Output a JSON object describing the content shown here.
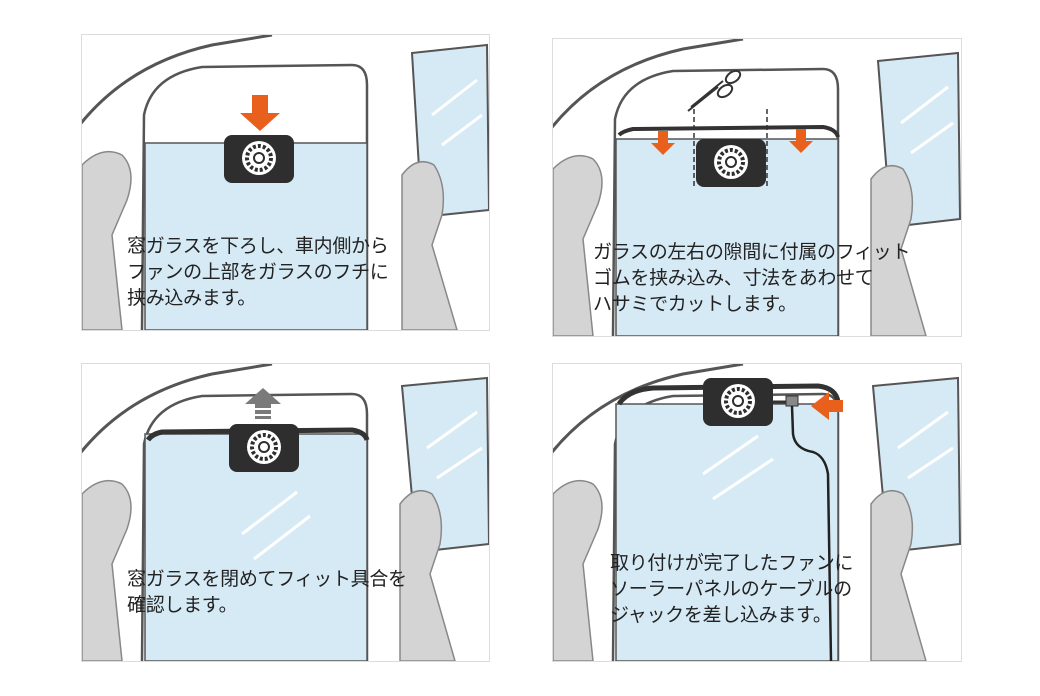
{
  "steps": [
    {
      "caption": "窓ガラスを下ろし、車内側から\nファンの上部をガラスのフチに\n挟み込みます。"
    },
    {
      "caption": "ガラスの左右の隙間に付属のフィット\nゴムを挟み込み、寸法をあわせて\nハサミでカットします。"
    },
    {
      "caption": "窓ガラスを閉めてフィット具合を\n確認します。"
    },
    {
      "caption": "取り付けが完了したファンに\nソーラーパネルのケーブルの\nジャックを差し込みます。"
    }
  ],
  "colors": {
    "glass": "#d6eaf6",
    "seat": "#d4d4d4",
    "frame": "#555555",
    "arrow": "#e8601c",
    "arrow_up": "#7a7a7a",
    "fan_body": "#2e2e2e"
  }
}
